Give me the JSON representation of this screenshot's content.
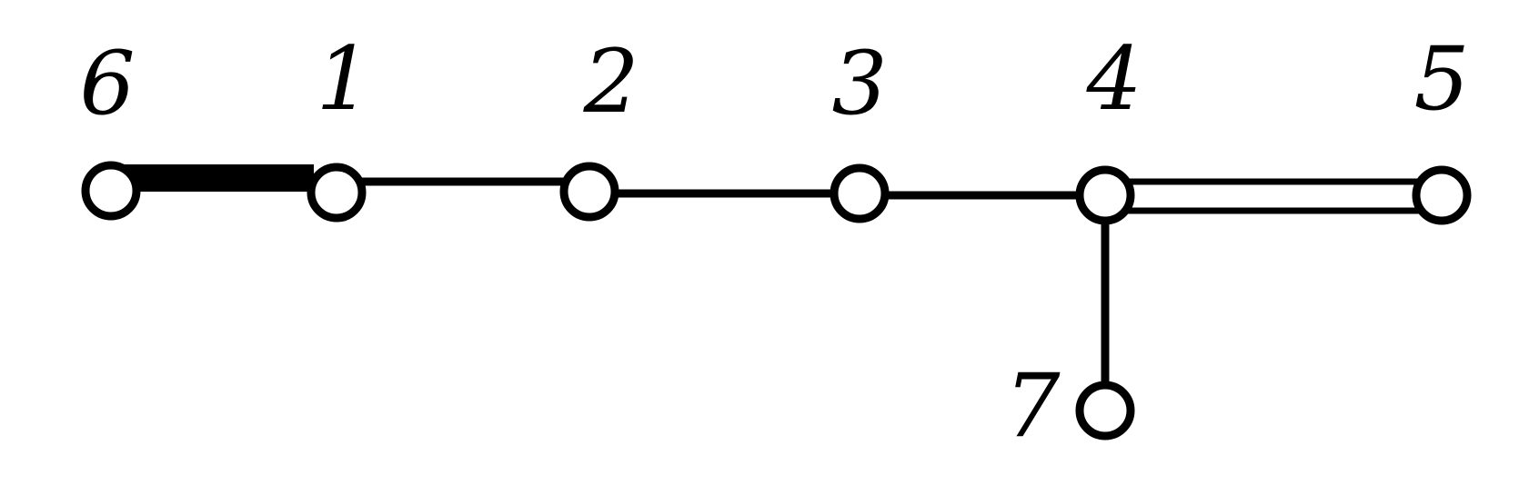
{
  "diagram": {
    "nodes": [
      {
        "id": "6",
        "label": "6"
      },
      {
        "id": "1",
        "label": "1"
      },
      {
        "id": "2",
        "label": "2"
      },
      {
        "id": "3",
        "label": "3"
      },
      {
        "id": "4",
        "label": "4"
      },
      {
        "id": "5",
        "label": "5"
      },
      {
        "id": "7",
        "label": "7"
      }
    ],
    "edges": [
      {
        "from": "6",
        "to": "1",
        "style": "thick"
      },
      {
        "from": "1",
        "to": "2",
        "style": "single"
      },
      {
        "from": "2",
        "to": "3",
        "style": "single"
      },
      {
        "from": "3",
        "to": "4",
        "style": "single"
      },
      {
        "from": "4",
        "to": "5",
        "style": "double"
      },
      {
        "from": "4",
        "to": "7",
        "style": "single"
      }
    ],
    "colors": {
      "line": "#000000",
      "node_fill": "#ffffff",
      "background": "#ffffff"
    }
  }
}
